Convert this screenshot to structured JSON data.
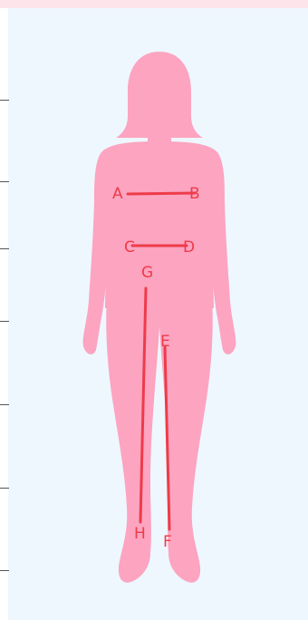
{
  "colors": {
    "background": "#eef7fe",
    "body": "#fca4c0",
    "measure_line": "#ee3b4a",
    "top_strip": "#fde4ea"
  },
  "labels": {
    "a": "A",
    "b": "B",
    "c": "C",
    "d": "D",
    "e": "E",
    "f": "F",
    "g": "G",
    "h": "H"
  }
}
